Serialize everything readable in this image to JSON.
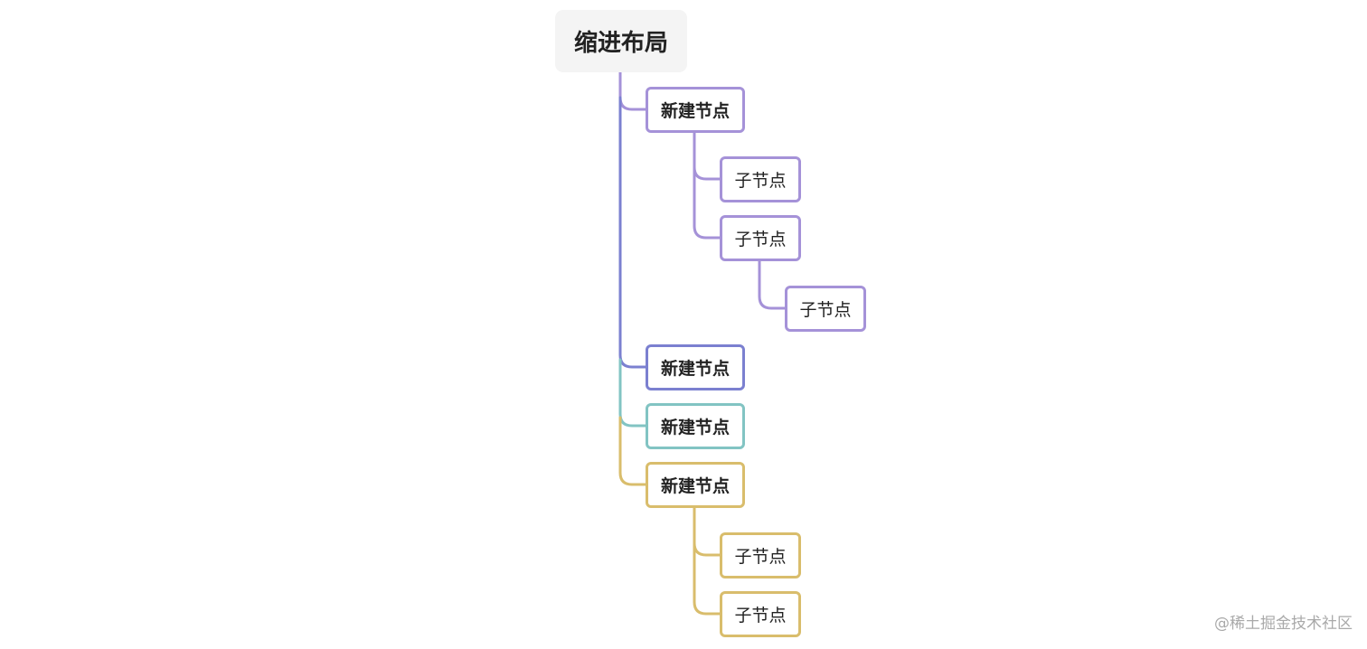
{
  "root": {
    "label": "缩进布局"
  },
  "colors": {
    "purple": "#a592d8",
    "indigo": "#7b80d0",
    "teal": "#82c4c3",
    "gold": "#d9bd6c",
    "root_bg": "#f4f4f4"
  },
  "branches": [
    {
      "label": "新建节点",
      "color": "purple",
      "children": [
        {
          "label": "子节点",
          "children": []
        },
        {
          "label": "子节点",
          "children": [
            {
              "label": "子节点"
            }
          ]
        }
      ]
    },
    {
      "label": "新建节点",
      "color": "indigo",
      "children": []
    },
    {
      "label": "新建节点",
      "color": "teal",
      "children": []
    },
    {
      "label": "新建节点",
      "color": "gold",
      "children": [
        {
          "label": "子节点",
          "children": []
        },
        {
          "label": "子节点",
          "children": []
        }
      ]
    }
  ],
  "watermark": "@稀土掘金技术社区"
}
